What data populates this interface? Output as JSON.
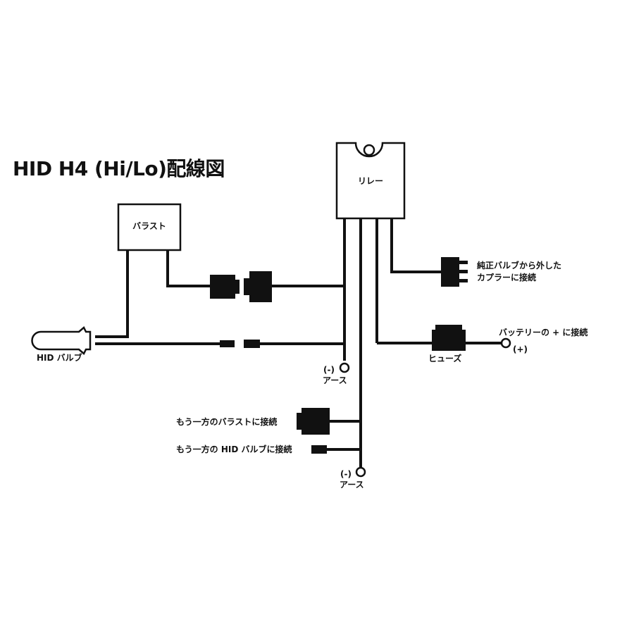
{
  "title": "HID H4 (Hi/Lo)配線図",
  "components": {
    "relay": "リレー",
    "ballast": "バラスト",
    "hid_bulb": "HID バルブ",
    "fuse": "ヒューズ"
  },
  "connections": {
    "stock_coupler_line1": "純正バルブから外した",
    "stock_coupler_line2": "カプラーに接続",
    "battery_plus": "バッテリーの + に接続",
    "plus_terminal": "(+)",
    "other_ballast": "もう一方のバラストに接続",
    "other_hid_bulb": "もう一方の HID バルブに接続"
  },
  "grounds": [
    {
      "sign": "(-)",
      "label": "アース"
    },
    {
      "sign": "(-)",
      "label": "アース"
    }
  ],
  "colors": {
    "line": "#111111",
    "background": "#ffffff"
  }
}
